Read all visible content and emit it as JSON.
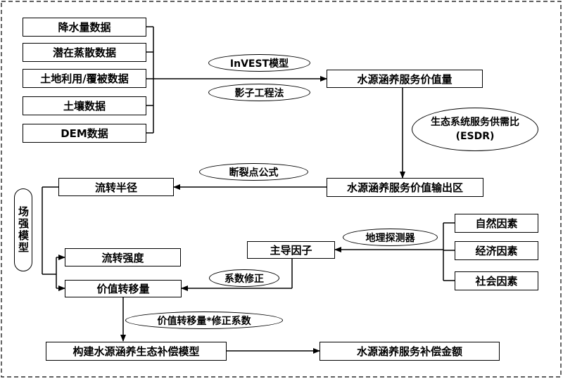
{
  "inputs": [
    "降水量数据",
    "潜在蒸散数据",
    "土地利用/覆被数据",
    "土壤数据",
    "DEM数据"
  ],
  "methods": {
    "invest": "InVEST模型",
    "shadow": "影子工程法",
    "esdr_line1": "生态系统服务供需比",
    "esdr_line2": "(ESDR)",
    "breakpoint": "断裂点公式",
    "geodetector": "地理探测器",
    "correction": "系数修正",
    "formula": "价值转移量*修正系数"
  },
  "boxes": {
    "value": "水源涵养服务价值量",
    "output_zone": "水源涵养服务价值输出区",
    "radius": "流转半径",
    "intensity": "流转强度",
    "transfer": "价值转移量",
    "dominant": "主导因子",
    "model": "构建水源涵养生态补偿模型",
    "amount": "水源涵养服务补偿金额"
  },
  "field_model": "场强模型",
  "factors": [
    "自然因素",
    "经济因素",
    "社会因素"
  ]
}
